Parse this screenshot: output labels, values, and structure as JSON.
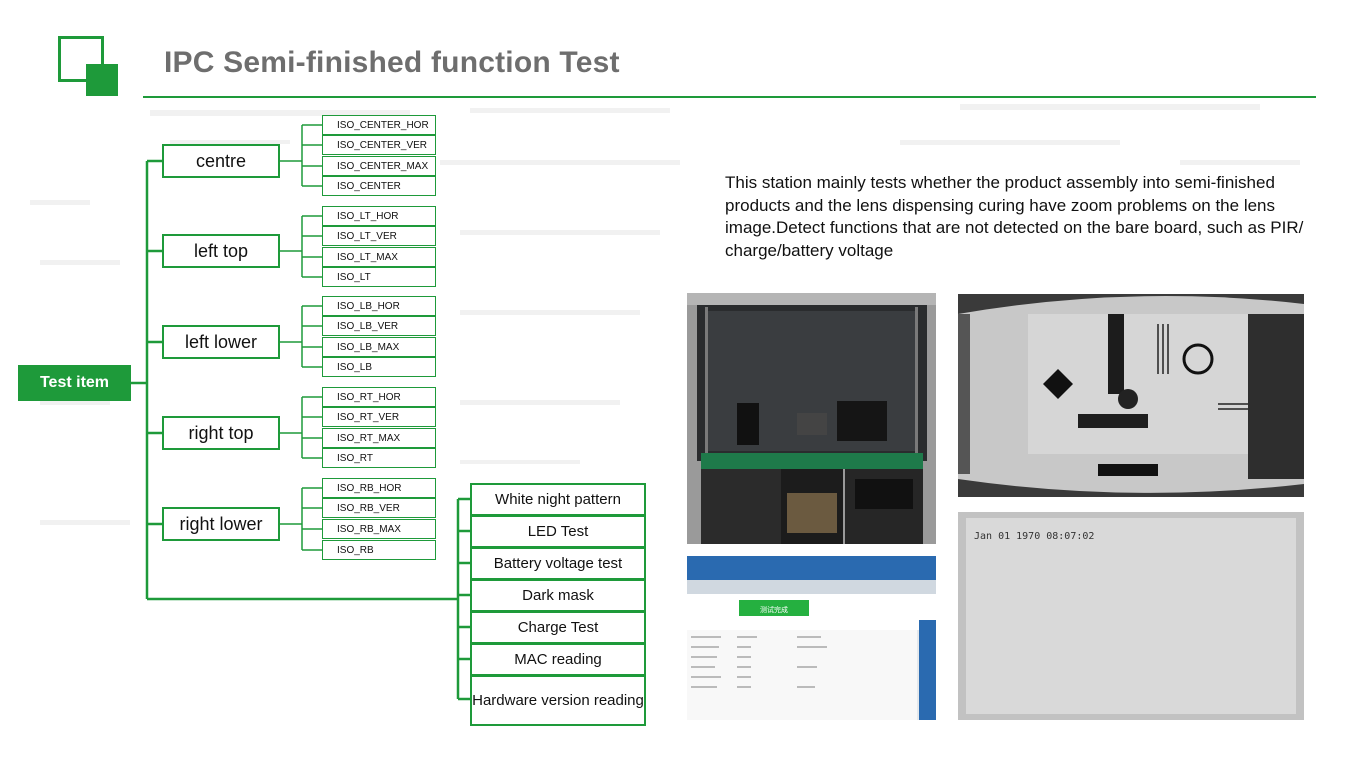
{
  "title": "IPC  Semi-finished function Test",
  "root_label": "Test item",
  "categories": [
    {
      "label": "centre",
      "items": [
        "ISO_CENTER_HOR",
        "ISO_CENTER_VER",
        "ISO_CENTER_MAX",
        "ISO_CENTER"
      ]
    },
    {
      "label": "left top",
      "items": [
        "ISO_LT_HOR",
        "ISO_LT_VER",
        "ISO_LT_MAX",
        "ISO_LT"
      ]
    },
    {
      "label": "left lower",
      "items": [
        "ISO_LB_HOR",
        "ISO_LB_VER",
        "ISO_LB_MAX",
        "ISO_LB"
      ]
    },
    {
      "label": "right top",
      "items": [
        "ISO_RT_HOR",
        "ISO_RT_VER",
        "ISO_RT_MAX",
        "ISO_RT"
      ]
    },
    {
      "label": "right lower",
      "items": [
        "ISO_RB_HOR",
        "ISO_RB_VER",
        "ISO_RB_MAX",
        "ISO_RB"
      ]
    }
  ],
  "tests": [
    "White night pattern",
    "LED Test",
    "Battery voltage test",
    "Dark mask",
    "Charge Test",
    "MAC reading",
    "Hardware version reading"
  ],
  "description": "This station mainly tests whether the product assembly into semi-finished products and the lens dispensing curing have zoom problems on the lens image.Detect functions that are not detected on the bare board, such as PIR/ charge/battery voltage",
  "photos": {
    "timestamp_1": "Jan 01 1970  08:07:02",
    "software_button": "测试完成"
  },
  "colors": {
    "accent": "#1e9a3a",
    "title_gray": "#6e6e6e"
  }
}
